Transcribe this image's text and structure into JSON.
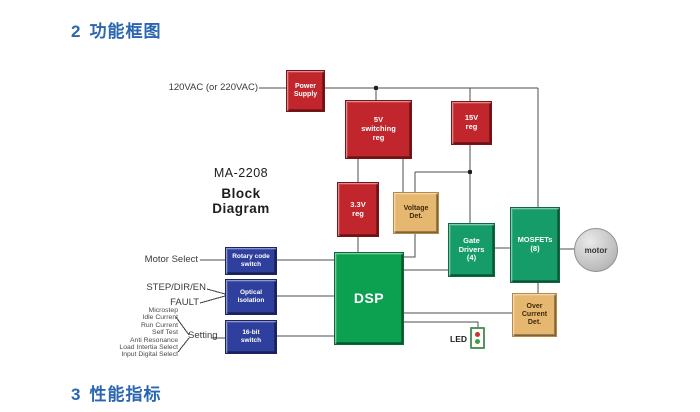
{
  "sections": {
    "top": {
      "num": "2",
      "label": "功能框图"
    },
    "bottom": {
      "num": "3",
      "label": "性能指标"
    }
  },
  "diagram": {
    "model": "MA-2208",
    "subtitle": "Block Diagram",
    "ac_input": "120VAC (or 220VAC)",
    "blocks": {
      "power_supply": "Power\nSupply",
      "reg_5v": "5V\nswitching\nreg",
      "reg_15v": "15V\nreg",
      "reg_3v3": "3.3V\nreg",
      "voltage_det": "Voltage\nDet.",
      "rotary_switch": "Rotary code\nswitch",
      "optical_isolation": "Optical\nIsolation",
      "switch_16bit": "16-bit\nswitch",
      "dsp": "DSP",
      "gate_drivers": "Gate\nDrivers\n(4)",
      "mosfets": "MOSFETs\n(8)",
      "over_current": "Over\nCurrent\nDet.",
      "motor": "motor"
    },
    "inputs": {
      "motor_select": "Motor Select",
      "step_dir_en": "STEP/DIR/EN",
      "fault": "FAULT",
      "setting": "Setting",
      "setting_options": [
        "Microstep",
        "Idle Current",
        "Run Current",
        "Self Test",
        "Anti Resonance",
        "Load Intertia Select",
        "Input Digital Select"
      ]
    },
    "led_label": "LED"
  },
  "colors": {
    "title_blue": "#2b67b1",
    "block_red": "#c1262c",
    "block_blue": "#2f3f9e",
    "block_green": "#0ca151",
    "block_green_dark": "#159c69",
    "block_tan": "#e6b76f",
    "motor_gray": "#c6c6c6",
    "line": "#4d4d4d"
  }
}
